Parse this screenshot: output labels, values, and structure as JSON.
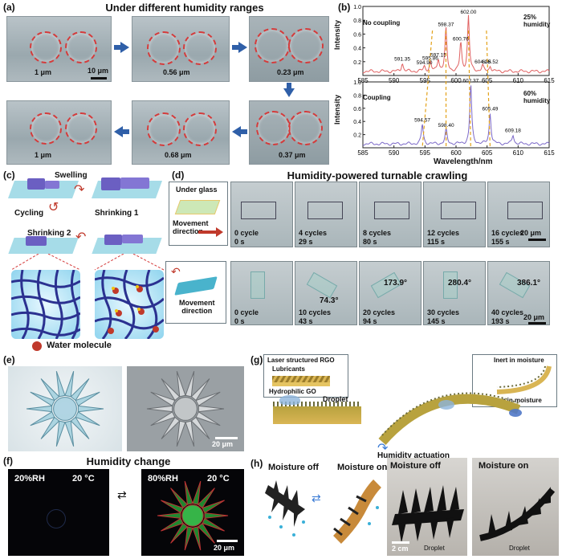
{
  "panels": {
    "a": {
      "label": "(a)",
      "title": "Under different humidity ranges",
      "captions": [
        "1 μm",
        "0.56 μm",
        "0.23 μm",
        "1 μm",
        "0.68 μm",
        "0.37 μm"
      ],
      "scale": "10 μm"
    },
    "b": {
      "label": "(b)",
      "ylabel": "Intensity",
      "xlabel": "Wavelength/nm",
      "top": {
        "text": "No coupling",
        "humidity": "25%\nhumidity"
      },
      "bottom": {
        "text": "Coupling",
        "humidity": "60%\nhumidity"
      }
    },
    "c": {
      "label": "(c)",
      "swelling": "Swelling",
      "cycling": "Cycling",
      "shrinking1": "Shrinking 1",
      "shrinking2": "Shrinking 2",
      "legend": "Water molecule"
    },
    "d": {
      "label": "(d)",
      "title": "Humidity-powered turnable crawling",
      "under_glass": "Under glass",
      "movement": "Movement\ndirection",
      "row1": [
        {
          "cycle": "0 cycle",
          "time": "0 s"
        },
        {
          "cycle": "4 cycles",
          "time": "29 s"
        },
        {
          "cycle": "8 cycles",
          "time": "80 s"
        },
        {
          "cycle": "12 cycles",
          "time": "115 s"
        },
        {
          "cycle": "16 cycles",
          "time": "155 s"
        }
      ],
      "row2": [
        {
          "cycle": "0 cycle",
          "time": "0 s",
          "angle": ""
        },
        {
          "cycle": "10 cycles",
          "time": "43 s",
          "angle": "74.3°"
        },
        {
          "cycle": "20 cycles",
          "time": "94 s",
          "angle": "173.9°"
        },
        {
          "cycle": "30 cycles",
          "time": "145 s",
          "angle": "280.4°"
        },
        {
          "cycle": "40 cycles",
          "time": "193 s",
          "angle": "386.1°"
        }
      ],
      "scale": "20 μm"
    },
    "e": {
      "label": "(e)",
      "scale": "20 μm"
    },
    "f": {
      "label": "(f)",
      "title": "Humidity change",
      "left_rh": "20%RH",
      "left_t": "20 °C",
      "right_rh": "80%RH",
      "right_t": "20 °C",
      "scale": "20 μm"
    },
    "g": {
      "label": "(g)",
      "l1": "Laser structured RGO",
      "l2": "Lubricants",
      "l3": "Hydrophilic GO",
      "droplet": "Droplet",
      "actuation": "Humidity actuation",
      "inert": "Inert in moisture",
      "swelling": "Swelling in moisture"
    },
    "h": {
      "label": "(h)",
      "off1": "Moisture off",
      "on1": "Moisture on",
      "off2": "Moisture off",
      "on2": "Moisture on",
      "scale": "2 cm",
      "droplet": "Droplet"
    }
  },
  "chart_data": [
    {
      "type": "line",
      "title": "No coupling",
      "xlabel": "Wavelength/nm",
      "ylabel": "Intensity",
      "xlim": [
        585,
        615
      ],
      "ylim": [
        0.0,
        1.0
      ],
      "x_ticks": [
        585,
        590,
        595,
        600,
        605,
        610,
        615
      ],
      "y_ticks": [
        0.2,
        0.4,
        0.6,
        0.8,
        1.0
      ],
      "peaks": [
        {
          "x": 591.35,
          "y": 0.18,
          "label": "591.35"
        },
        {
          "x": 594.9,
          "y": 0.13,
          "label": "594.90"
        },
        {
          "x": 595.86,
          "y": 0.19,
          "label": "595.86"
        },
        {
          "x": 597.15,
          "y": 0.24,
          "label": "597.15"
        },
        {
          "x": 598.37,
          "y": 0.68,
          "label": "598.37"
        },
        {
          "x": 600.76,
          "y": 0.47,
          "label": "600.76"
        },
        {
          "x": 602.0,
          "y": 0.86,
          "label": "602.00"
        },
        {
          "x": 604.28,
          "y": 0.14,
          "label": "604.28"
        },
        {
          "x": 605.52,
          "y": 0.14,
          "label": "605.52"
        }
      ],
      "color": "#e06060"
    },
    {
      "type": "line",
      "title": "Coupling",
      "xlabel": "Wavelength/nm",
      "ylabel": "Intensity",
      "xlim": [
        585,
        615
      ],
      "ylim": [
        0.0,
        1.0
      ],
      "x_ticks": [
        585,
        590,
        595,
        600,
        605,
        610,
        615
      ],
      "y_ticks": [
        0.2,
        0.4,
        0.6,
        0.8,
        1.0
      ],
      "peaks": [
        {
          "x": 594.57,
          "y": 0.36,
          "label": "594.57"
        },
        {
          "x": 598.4,
          "y": 0.28,
          "label": "598.40"
        },
        {
          "x": 602.37,
          "y": 0.96,
          "label": "602.37"
        },
        {
          "x": 605.49,
          "y": 0.53,
          "label": "605.49"
        },
        {
          "x": 609.18,
          "y": 0.2,
          "label": "609.18"
        }
      ],
      "color": "#7b68c8"
    }
  ]
}
